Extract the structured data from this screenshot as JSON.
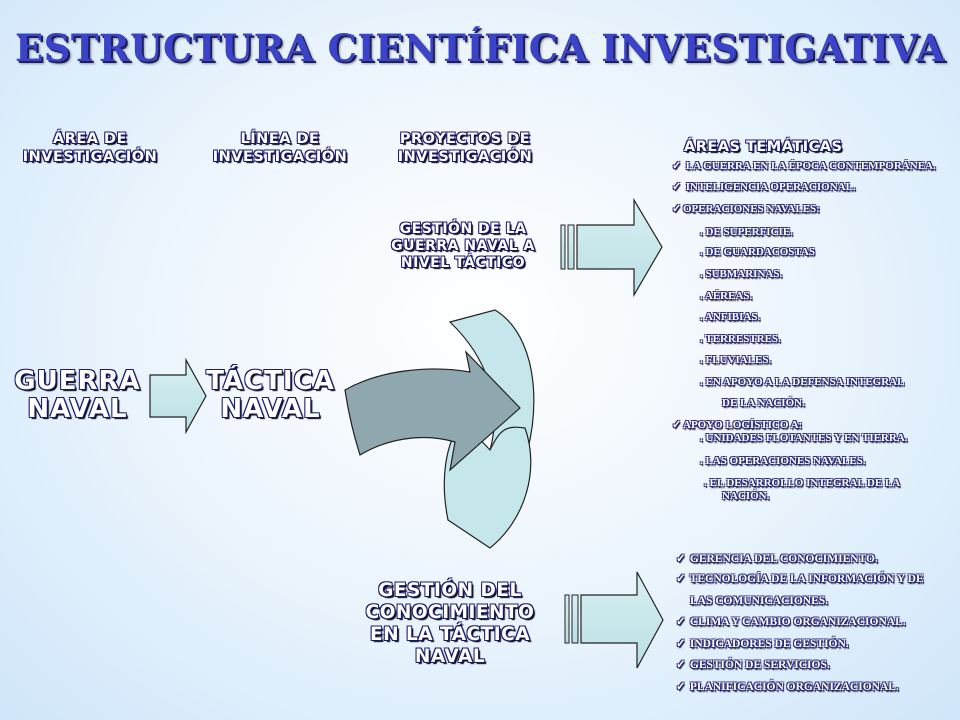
{
  "title": "ESTRUCTURA CIENTÍFICA INVESTIGATIVA",
  "headers": {
    "area": [
      "ÁREA DE",
      "INVESTIGACIÓN"
    ],
    "linea": [
      "LÍNEA DE",
      "INVESTIGACIÓN"
    ],
    "proyectos": [
      "PROYECTOS DE",
      "INVESTIGACIÓN"
    ],
    "tematicas": "ÁREAS TEMÁTICAS"
  },
  "area_label": [
    "GUERRA",
    "NAVAL"
  ],
  "linea_label": [
    "TÁCTICA",
    "NAVAL"
  ],
  "project1": [
    "GESTIÓN DE LA",
    "GUERRA NAVAL A",
    "NIVEL TÁCTICO"
  ],
  "project2": [
    "GESTIÓN DEL",
    "CONOCIMIENTO",
    "EN LA TÁCTICA",
    "NAVAL"
  ],
  "check_icon": "check-mark-icon",
  "colors": {
    "arrow_fill": "#c5e6ea",
    "cycle_light": "#c5e6ea",
    "cycle_dark": "#8fa7ae",
    "title": "#3b44c8"
  },
  "topics1": [
    "LA GUERRA EN LA ÉPOCA CONTEMPORÁNEA.",
    "INTELIGENCIA OPERACIONAL.",
    "OPERACIONES NAVALES:",
    ". DE  SUPERFICIE.",
    ". DE   GUARDACOSTAS",
    ". SUBMARINAS.",
    ".  AÉREAS.",
    ".  ANFIBIAS.",
    ".  TERRESTRES.",
    ".  FLUVIALES.",
    ".  EN APOYO A LA DEFENSA INTEGRAL",
    "DE  LA  NACIÓN.",
    "APOYO LOGÍSTICO A:",
    ". UNIDADES FLOTANTES Y EN TIERRA.",
    ".  LAS OPERACIONES NAVALES.",
    ". EL DESARROLLO INTEGRAL DE LA",
    "NACIÓN."
  ],
  "topics2": [
    "GERENCIA DEL CONOCIMIENTO.",
    "TECNOLOGÍA DE LA  INFORMACIÓN Y  DE",
    "LAS COMUNICACIONES.",
    "CLIMA Y CAMBIO ORGANIZACIONAL.",
    " INDICADORES DE GESTIÓN.",
    "GESTIÓN DE SERVICIOS.",
    "PLANIFICACIÓN  ORGANIZACIONAL."
  ]
}
